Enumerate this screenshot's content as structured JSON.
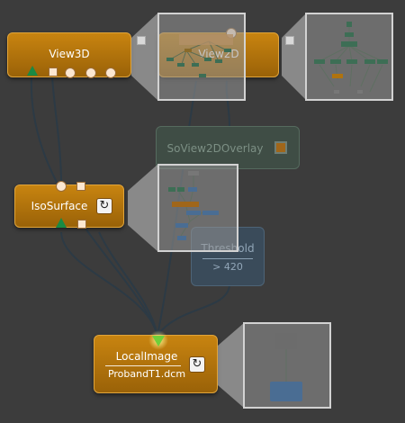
{
  "nodes": {
    "view3d": {
      "title": "View3D"
    },
    "view2d": {
      "title": "View2D"
    },
    "overlay": {
      "title": "SoView2DOverlay"
    },
    "isosurface": {
      "title": "IsoSurface"
    },
    "threshold": {
      "title": "Threshold",
      "value": "> 420"
    },
    "localimage": {
      "title": "LocalImage",
      "file": "ProbandT1.dcm"
    }
  },
  "icons": {
    "refresh": "↻"
  },
  "colors": {
    "canvas": "#3c3c3c",
    "node_fill": "#b0730e",
    "node_border": "#e0a43a",
    "wire": "#2c3a45",
    "input_connector": "#1a8a44",
    "highlight_connector": "#6fd03a",
    "ghost_green": "#3f4d45",
    "ghost_blue": "#3a4b5a",
    "thumbnail_border": "#d2d2d2"
  }
}
